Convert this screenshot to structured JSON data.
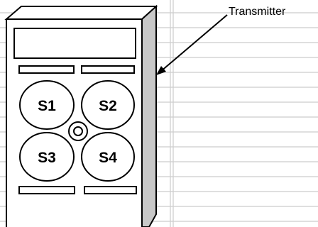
{
  "callout": {
    "label": "Transmitter"
  },
  "buttons": [
    {
      "id": "s1",
      "label": "S1"
    },
    {
      "id": "s2",
      "label": "S2"
    },
    {
      "id": "s3",
      "label": "S3"
    },
    {
      "id": "s4",
      "label": "S4"
    }
  ],
  "colors": {
    "background": "#ffffff",
    "gridline": "#cccccc",
    "outline": "#000000",
    "front_face": "#ffffff",
    "side_face": "#c8c8c8"
  }
}
